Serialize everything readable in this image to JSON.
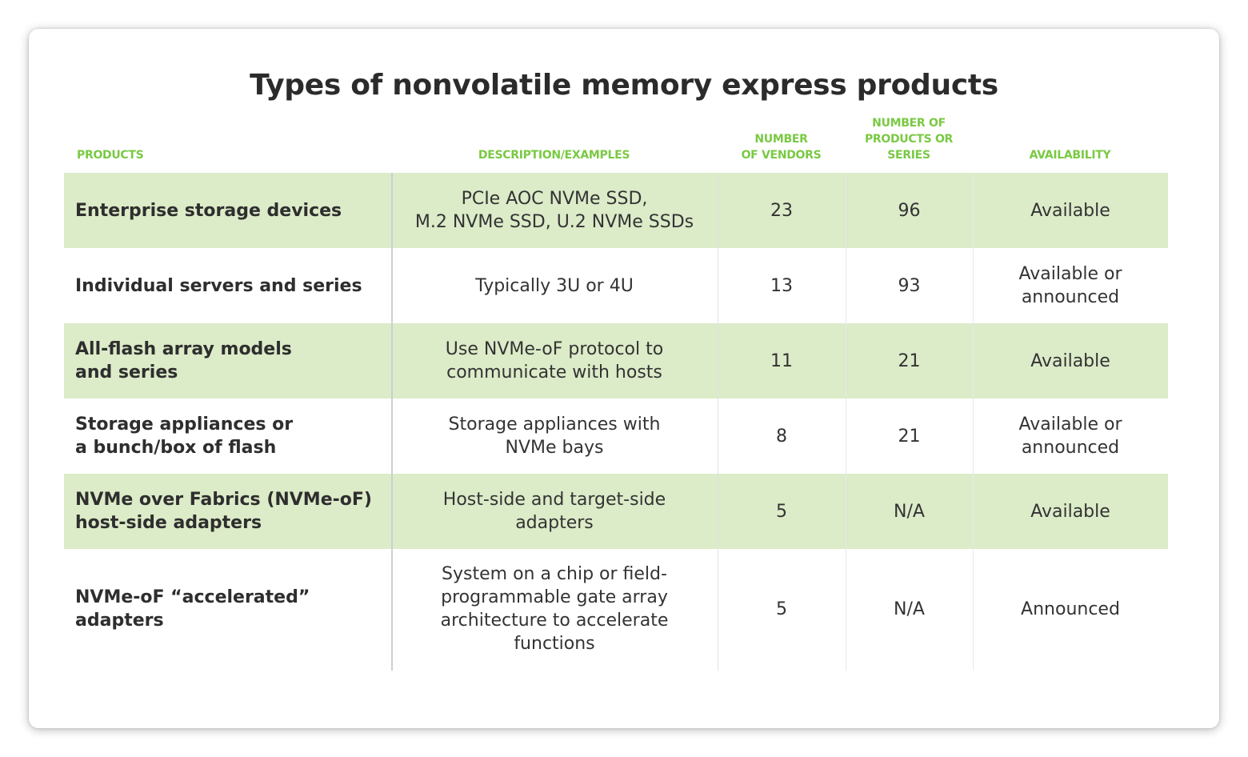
{
  "title": "Types of nonvolatile memory express products",
  "headers": {
    "products": "PRODUCTS",
    "description": "DESCRIPTION/EXAMPLES",
    "vendors": "NUMBER\nOF VENDORS",
    "products_series": "NUMBER OF\nPRODUCTS OR\nSERIES",
    "availability": "AVAILABILITY"
  },
  "rows": [
    {
      "product": "Enterprise storage devices",
      "description": "PCIe AOC NVMe SSD,\nM.2 NVMe SSD, U.2 NVMe SSDs",
      "vendors": "23",
      "count": "96",
      "availability": "Available"
    },
    {
      "product": "Individual servers and series",
      "description": "Typically 3U or 4U",
      "vendors": "13",
      "count": "93",
      "availability": "Available or\nannounced"
    },
    {
      "product": "All-flash array models\nand series",
      "description": "Use NVMe-oF protocol to\ncommunicate with hosts",
      "vendors": "11",
      "count": "21",
      "availability": "Available"
    },
    {
      "product": "Storage appliances or\na bunch/box of flash",
      "description": "Storage appliances with\nNVMe bays",
      "vendors": "8",
      "count": "21",
      "availability": "Available or\nannounced"
    },
    {
      "product": "NVMe over Fabrics (NVMe-oF)\nhost-side adapters",
      "description": "Host-side and target-side\nadapters",
      "vendors": "5",
      "count": "N/A",
      "availability": "Available"
    },
    {
      "product": "NVMe-oF “accelerated”\nadapters",
      "description": "System on a chip or field-\nprogrammable gate array\narchitecture to accelerate\nfunctions",
      "vendors": "5",
      "count": "N/A",
      "availability": "Announced"
    }
  ],
  "colors": {
    "header_text": "#7ac943",
    "row_shade": "#dcebc8",
    "title_text": "#2b2b2b"
  }
}
